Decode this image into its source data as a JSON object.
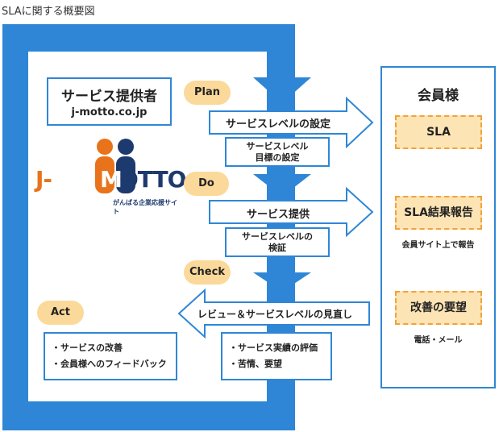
{
  "caption": "SLAに関する概要図",
  "provider": {
    "title": "サービス提供者",
    "domain": "j-motto.co.jp"
  },
  "logo": {
    "text_j": "J-",
    "text_m": "M",
    "text_otto": "OTTO",
    "tagline": "がんばる企業応援サイト"
  },
  "phases": {
    "plan": "Plan",
    "do": "Do",
    "check": "Check",
    "act": "Act"
  },
  "arrows": {
    "set_level": "サービスレベルの設定",
    "provide": "サービス提供",
    "review": "レビュー＆サービスレベルの見直し"
  },
  "sub_boxes": {
    "target_line1": "サービスレベル",
    "target_line2": "目標の設定",
    "verify_line1": "サービスレベルの",
    "verify_line2": "検証",
    "eval_items": [
      "・サービス実績の評価",
      "・苦情、要望"
    ],
    "act_items": [
      "・サービスの改善",
      "・会員様へのフィードバック"
    ]
  },
  "members": {
    "title": "会員様",
    "sla": "SLA",
    "sla_report": "SLA結果報告",
    "report_note": "会員サイト上で報告",
    "request": "改善の要望",
    "request_note": "電話・メール"
  },
  "colors": {
    "frame_blue": "#2f86d6",
    "pill_orange": "#fbd99a",
    "yellow_box": "#fde4b4",
    "dash_orange": "#f2a23a",
    "logo_orange": "#e8731a",
    "logo_navy": "#1d3a6e"
  }
}
